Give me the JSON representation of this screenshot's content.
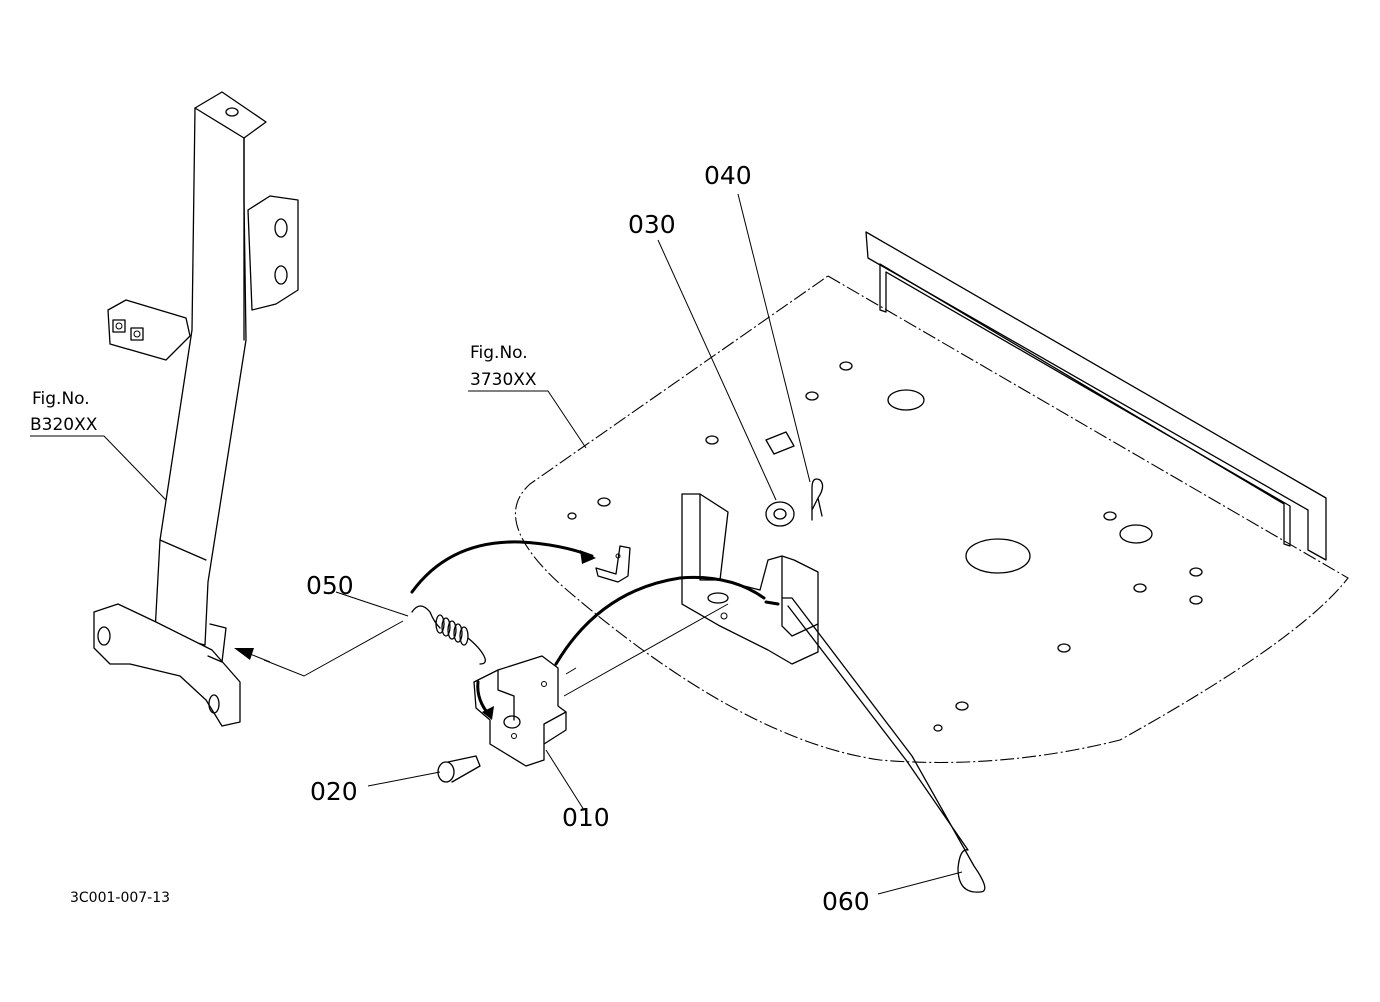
{
  "figure_refs": [
    {
      "fig_label": "Fig.No.",
      "fig_code": "B320XX"
    },
    {
      "fig_label": "Fig.No.",
      "fig_code": "3730XX"
    }
  ],
  "part_labels": [
    "010",
    "020",
    "030",
    "040",
    "050",
    "060"
  ],
  "drawing_code": "3C001-007-13"
}
